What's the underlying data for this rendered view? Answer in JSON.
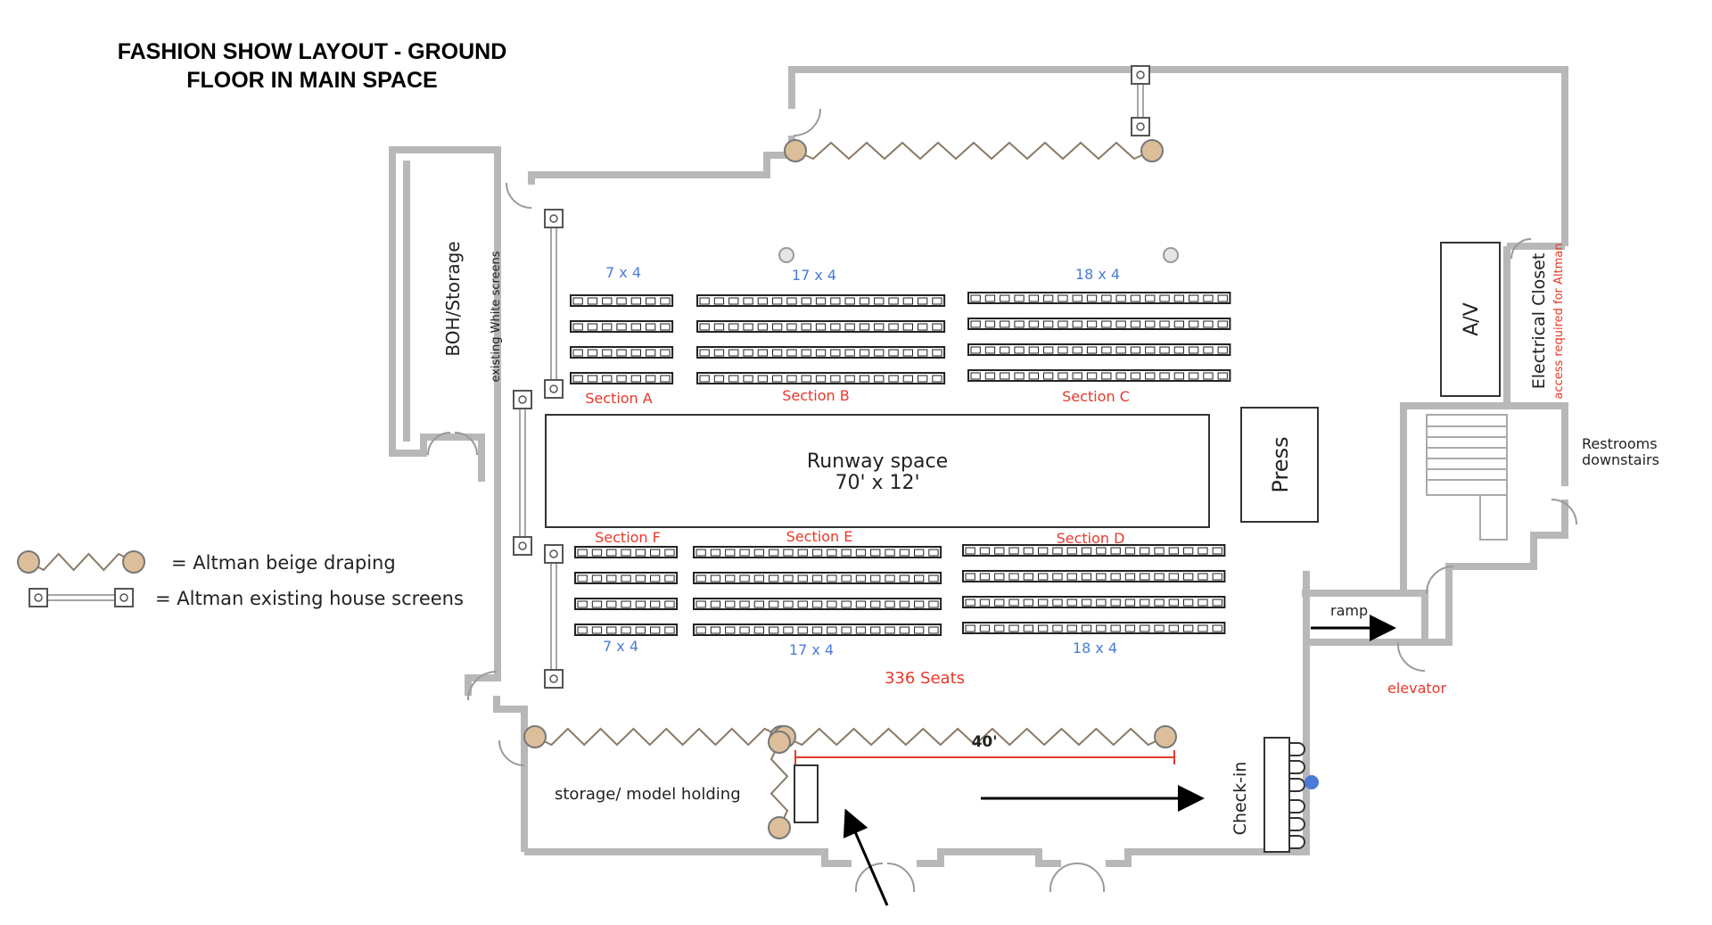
{
  "title": {
    "line1": "FASHION SHOW LAYOUT - GROUND",
    "line2": "FLOOR IN MAIN SPACE"
  },
  "colors": {
    "wall": "#b8b8b8",
    "drape": "#dcbf9a",
    "section_label": "#e8392c",
    "grid_label": "#4a7bd8",
    "ink": "#222222"
  },
  "rooms": {
    "boh": "BOH/Storage",
    "boh_screens": "existing White screens",
    "av": "A/V",
    "electrical": "Electrical Closet",
    "electrical_note": "access required for Altman",
    "restrooms_line1": "Restrooms",
    "restrooms_line2": "downstairs",
    "press": "Press",
    "runway_line1": "Runway space",
    "runway_line2": "70' x 12'",
    "ramp": "ramp",
    "elevator": "elevator",
    "checkin": "Check-in",
    "storage_model": "storage/ model holding",
    "dimension_40": "40'"
  },
  "seating": {
    "top_grids": [
      "7 x 4",
      "17 x 4",
      "18 x 4"
    ],
    "top_sections": [
      "Section A",
      "Section B",
      "Section C"
    ],
    "bottom_sections": [
      "Section F",
      "Section E",
      "Section D"
    ],
    "bottom_grids": [
      "7 x 4",
      "17 x 4",
      "18 x 4"
    ],
    "total": "336 Seats"
  },
  "legend": {
    "draping": "= Altman beige draping",
    "screens": "= Altman existing house screens"
  }
}
